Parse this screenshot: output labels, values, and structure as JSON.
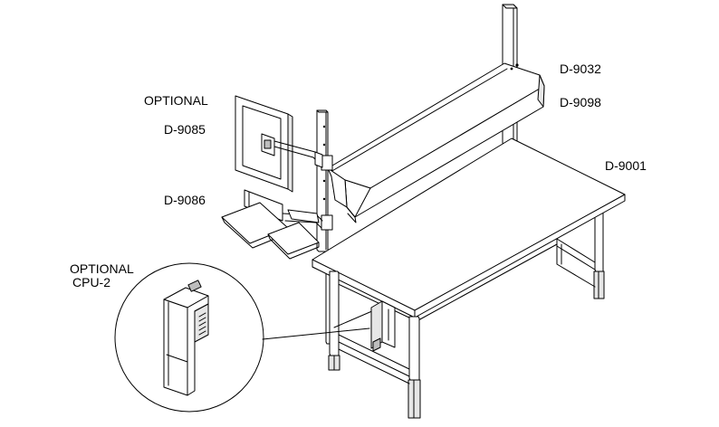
{
  "labels": {
    "d9032": "D-9032",
    "d9098": "D-9098",
    "d9001": "D-9001",
    "optional_monitor": "OPTIONAL",
    "d9085": "D-9085",
    "d9086": "D-9086",
    "optional_cpu": "OPTIONAL",
    "cpu2": "CPU-2"
  }
}
